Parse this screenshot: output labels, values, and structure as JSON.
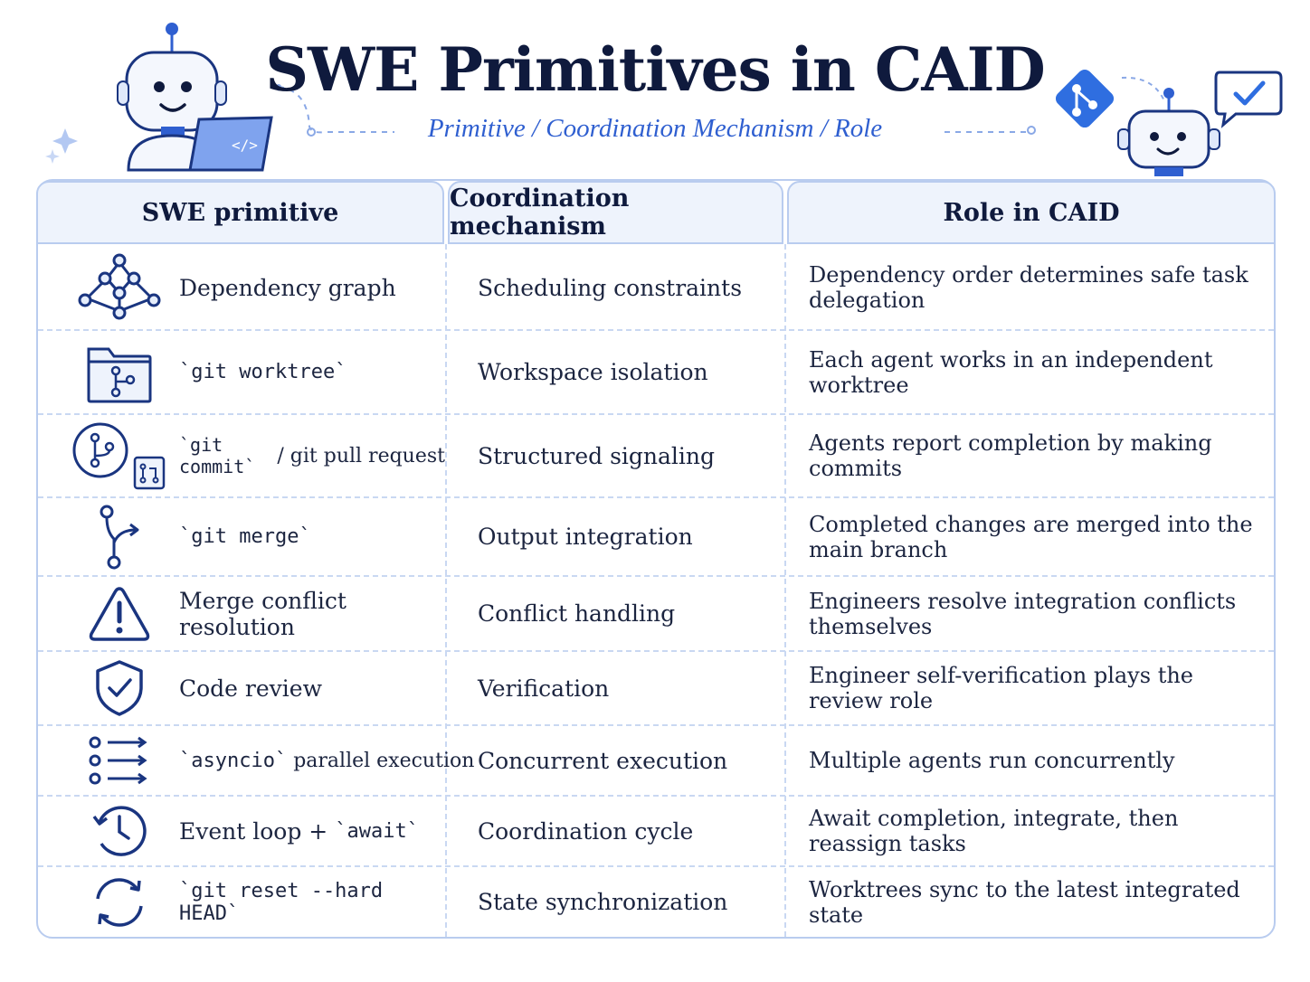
{
  "header": {
    "title": "SWE Primitives in CAID",
    "subtitle": "Primitive / Coordination Mechanism / Role"
  },
  "colors": {
    "accent": "#2f5fd0",
    "navy": "#1a3580",
    "border": "#b9ccef",
    "header_bg": "#eef3fc"
  },
  "table": {
    "columns": [
      "SWE primitive",
      "Coordination mechanism",
      "Role in CAID"
    ],
    "rows": [
      {
        "icon": "dependency-graph-icon",
        "primitive": "Dependency graph",
        "mechanism": "Scheduling constraints",
        "role": "Dependency order determines safe task delegation"
      },
      {
        "icon": "folder-branch-icon",
        "primitive": "`git worktree`",
        "mechanism": "Workspace isolation",
        "role": "Each agent works in an independent worktree"
      },
      {
        "icon": "commit-pull-request-icon",
        "primitive_code": "`git commit`",
        "primitive_text": " / git pull request",
        "mechanism": "Structured signaling",
        "role": "Agents report completion by making commits"
      },
      {
        "icon": "merge-icon",
        "primitive": "`git merge`",
        "mechanism": "Output integration",
        "role": "Completed changes are merged into the main branch"
      },
      {
        "icon": "warning-icon",
        "primitive": "Merge conflict resolution",
        "mechanism": "Conflict handling",
        "role": "Engineers resolve integration conflicts themselves"
      },
      {
        "icon": "shield-check-icon",
        "primitive": "Code review",
        "mechanism": "Verification",
        "role": "Engineer self-verification plays the review role"
      },
      {
        "icon": "parallel-list-icon",
        "primitive_code": "`asyncio`",
        "primitive_text": " parallel execution",
        "mechanism": "Concurrent execution",
        "role": "Multiple agents run concurrently"
      },
      {
        "icon": "clock-cycle-icon",
        "primitive_text": "Event loop + ",
        "primitive_code": "`await`",
        "mechanism": "Coordination cycle",
        "role": "Await completion, integrate, then reassign tasks"
      },
      {
        "icon": "sync-icon",
        "primitive": "`git reset --hard HEAD`",
        "mechanism": "State synchronization",
        "role": "Worktrees sync to the latest integrated state"
      }
    ]
  }
}
